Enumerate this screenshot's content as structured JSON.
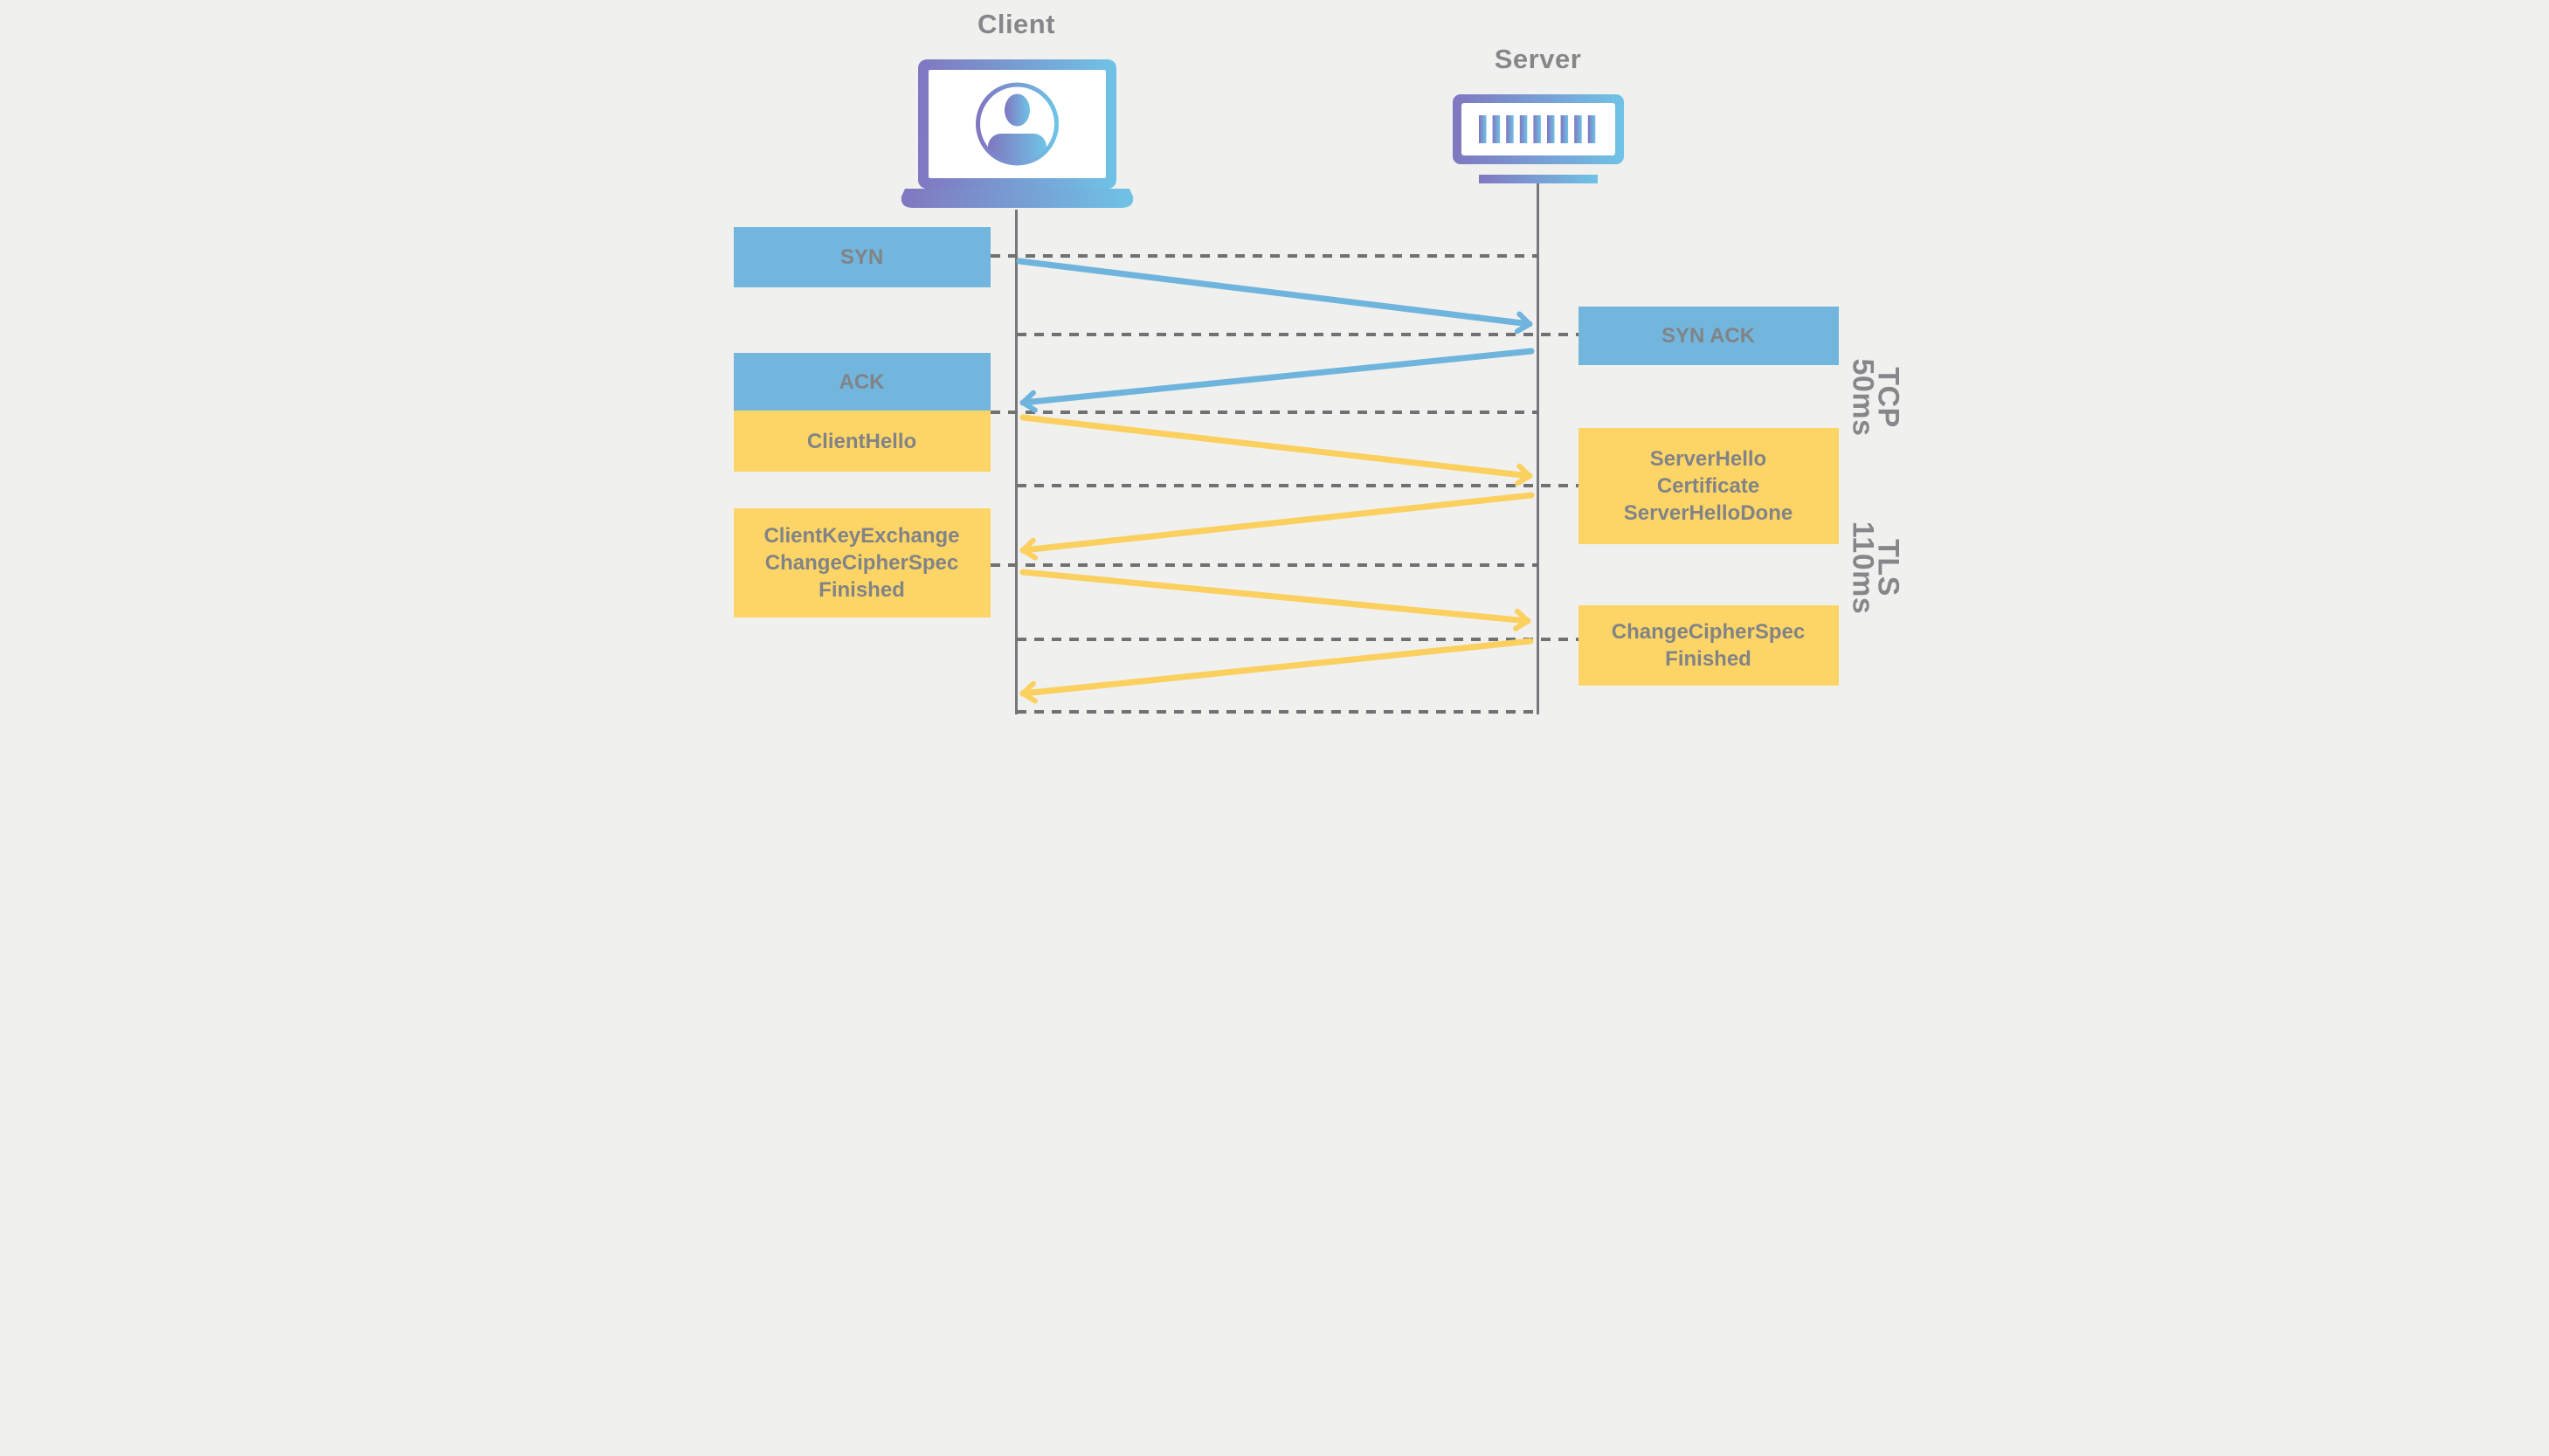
{
  "actors": {
    "client": {
      "label": "Client",
      "icon": "laptop-user-icon"
    },
    "server": {
      "label": "Server",
      "icon": "server-rack-icon"
    }
  },
  "messages": [
    {
      "id": "syn",
      "from": "client",
      "to": "server",
      "protocol": "tcp",
      "lines": [
        "SYN"
      ]
    },
    {
      "id": "syn-ack",
      "from": "server",
      "to": "client",
      "protocol": "tcp",
      "lines": [
        "SYN ACK"
      ]
    },
    {
      "id": "ack",
      "from": "client",
      "to": "server",
      "protocol": "tcp",
      "lines": [
        "ACK"
      ]
    },
    {
      "id": "client-hello",
      "from": "client",
      "to": "server",
      "protocol": "tls",
      "lines": [
        "ClientHello"
      ]
    },
    {
      "id": "server-hello",
      "from": "server",
      "to": "client",
      "protocol": "tls",
      "lines": [
        "ServerHello",
        "Certificate",
        "ServerHelloDone"
      ]
    },
    {
      "id": "client-key-exchange",
      "from": "client",
      "to": "server",
      "protocol": "tls",
      "lines": [
        "ClientKeyExchange",
        "ChangeCipherSpec",
        "Finished"
      ]
    },
    {
      "id": "change-cipher-spec",
      "from": "server",
      "to": "client",
      "protocol": "tls",
      "lines": [
        "ChangeCipherSpec",
        "Finished"
      ]
    }
  ],
  "phases": [
    {
      "id": "tcp",
      "lines": [
        "TCP",
        "50ms"
      ]
    },
    {
      "id": "tls",
      "lines": [
        "TLS",
        "110ms"
      ]
    }
  ],
  "colors": {
    "background": "#f0f0ee",
    "tcp_blue": "#73b6dd",
    "tls_yellow": "#fdd566",
    "arrow_blue": "#6fb4dc",
    "arrow_yellow": "#fbd05f",
    "text_gray": "#818387",
    "dash_gray": "#707173",
    "lifeline_gray": "#77787b",
    "icon_gradient_start": "#8077c1",
    "icon_gradient_end": "#6fc3e6"
  }
}
